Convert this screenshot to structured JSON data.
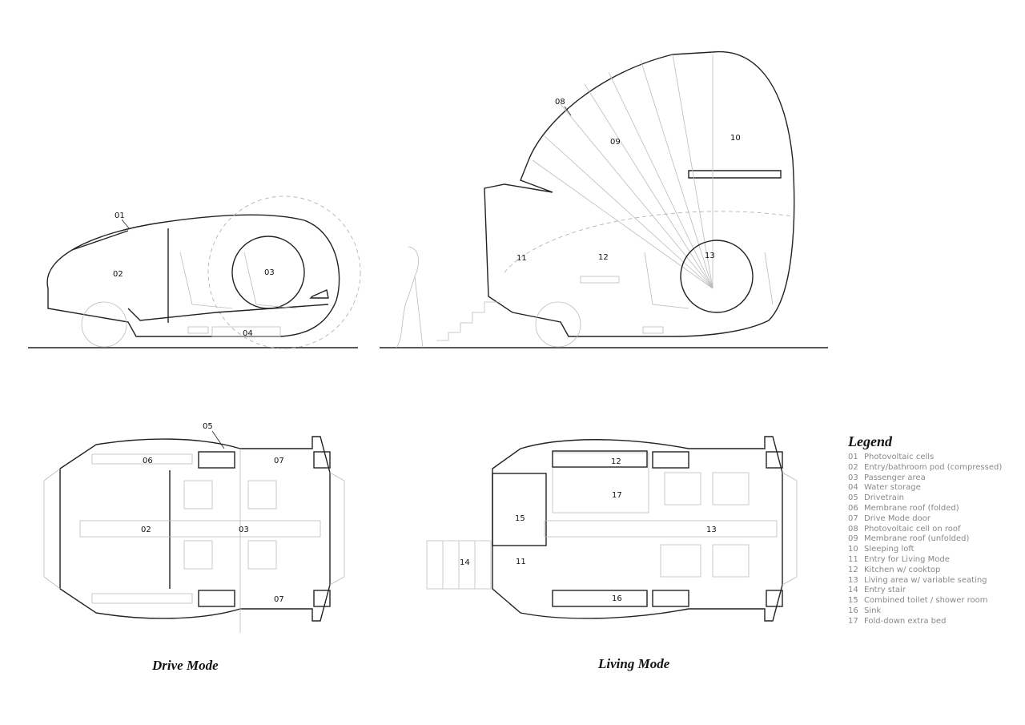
{
  "titles": {
    "drive": "Drive Mode",
    "living": "Living Mode"
  },
  "legend": {
    "title": "Legend",
    "items": [
      {
        "num": "01",
        "label": "Photovoltaic cells"
      },
      {
        "num": "02",
        "label": "Entry/bathroom pod (compressed)"
      },
      {
        "num": "03",
        "label": "Passenger area"
      },
      {
        "num": "04",
        "label": "Water storage"
      },
      {
        "num": "05",
        "label": "Drivetrain"
      },
      {
        "num": "06",
        "label": "Membrane roof (folded)"
      },
      {
        "num": "07",
        "label": "Drive Mode door"
      },
      {
        "num": "08",
        "label": "Photovoltaic cell on roof"
      },
      {
        "num": "09",
        "label": "Membrane roof (unfolded)"
      },
      {
        "num": "10",
        "label": "Sleeping loft"
      },
      {
        "num": "11",
        "label": "Entry for Living Mode"
      },
      {
        "num": "12",
        "label": "Kitchen w/ cooktop"
      },
      {
        "num": "13",
        "label": "Living area w/ variable seating"
      },
      {
        "num": "14",
        "label": "Entry stair"
      },
      {
        "num": "15",
        "label": "Combined toilet / shower room"
      },
      {
        "num": "16",
        "label": "Sink"
      },
      {
        "num": "17",
        "label": "Fold-down extra bed"
      }
    ]
  },
  "callouts": {
    "drive_side": [
      "01",
      "02",
      "03",
      "04"
    ],
    "living_side": [
      "08",
      "09",
      "10",
      "11",
      "12",
      "13"
    ],
    "drive_plan": [
      "05",
      "06",
      "07",
      "02",
      "03",
      "07"
    ],
    "living_plan": [
      "12",
      "17",
      "15",
      "13",
      "14",
      "11",
      "16"
    ]
  }
}
